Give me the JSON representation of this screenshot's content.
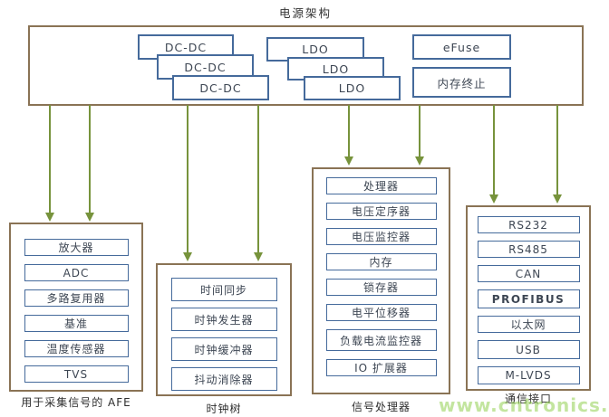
{
  "title": "电源架构",
  "watermark": "www.cntronics.com",
  "colors": {
    "container_border": "#8a7355",
    "item_border": "#456a9b",
    "arrow": "#77933c",
    "watermark_green": "#92d050",
    "text": "#404040"
  },
  "power_box": {
    "dcdc_labels": [
      "DC-DC",
      "DC-DC",
      "DC-DC"
    ],
    "ldo_labels": [
      "LDO",
      "LDO",
      "LDO"
    ],
    "efuse_label": "eFuse",
    "memory_termination_label": "内存终止"
  },
  "groups": [
    {
      "caption": "用于采集信号的 AFE",
      "items": [
        "放大器",
        "ADC",
        "多路复用器",
        "基准",
        "温度传感器",
        "TVS"
      ]
    },
    {
      "caption": "时钟树",
      "items": [
        "时间同步",
        "时钟发生器",
        "时钟缓冲器",
        "抖动消除器"
      ]
    },
    {
      "caption": "信号处理器",
      "items": [
        "处理器",
        "电压定序器",
        "电压监控器",
        "内存",
        "锁存器",
        "电平位移器",
        "负载电流监控器",
        "IO 扩展器"
      ]
    },
    {
      "caption": "通信接口",
      "items": [
        "RS232",
        "RS485",
        "CAN",
        "PROFIBUS",
        "以太网",
        "USB",
        "M-LVDS"
      ]
    }
  ]
}
